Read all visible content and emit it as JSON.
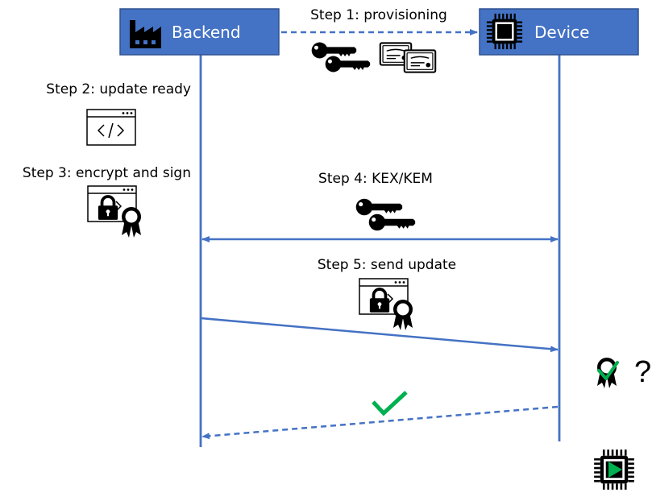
{
  "actors": {
    "backend": {
      "label": "Backend",
      "icon": "factory-icon"
    },
    "device": {
      "label": "Device",
      "icon": "chip-icon"
    }
  },
  "steps": [
    {
      "label": "Step 1: provisioning",
      "icons": [
        "keys-icon",
        "certificates-icon"
      ]
    },
    {
      "label": "Step 2: update ready",
      "icons": [
        "code-window-icon"
      ]
    },
    {
      "label": "Step 3: encrypt and sign",
      "icons": [
        "locked-signed-code-icon"
      ]
    },
    {
      "label": "Step 4: KEX/KEM",
      "icons": [
        "keys-icon"
      ]
    },
    {
      "label": "Step 5: send update",
      "icons": [
        "locked-signed-code-icon"
      ]
    }
  ],
  "annotations": {
    "verify_question": "?",
    "verify_icons": [
      "ribbon-check-icon",
      "question-mark-icon"
    ],
    "ack_icon": "checkmark-icon",
    "run_icon": "chip-play-icon"
  },
  "colors": {
    "actor_fill": "#4472c4",
    "actor_stroke": "#2f528f",
    "line": "#4472c4",
    "check": "#00b050",
    "play": "#00b050",
    "icon": "#000000"
  }
}
